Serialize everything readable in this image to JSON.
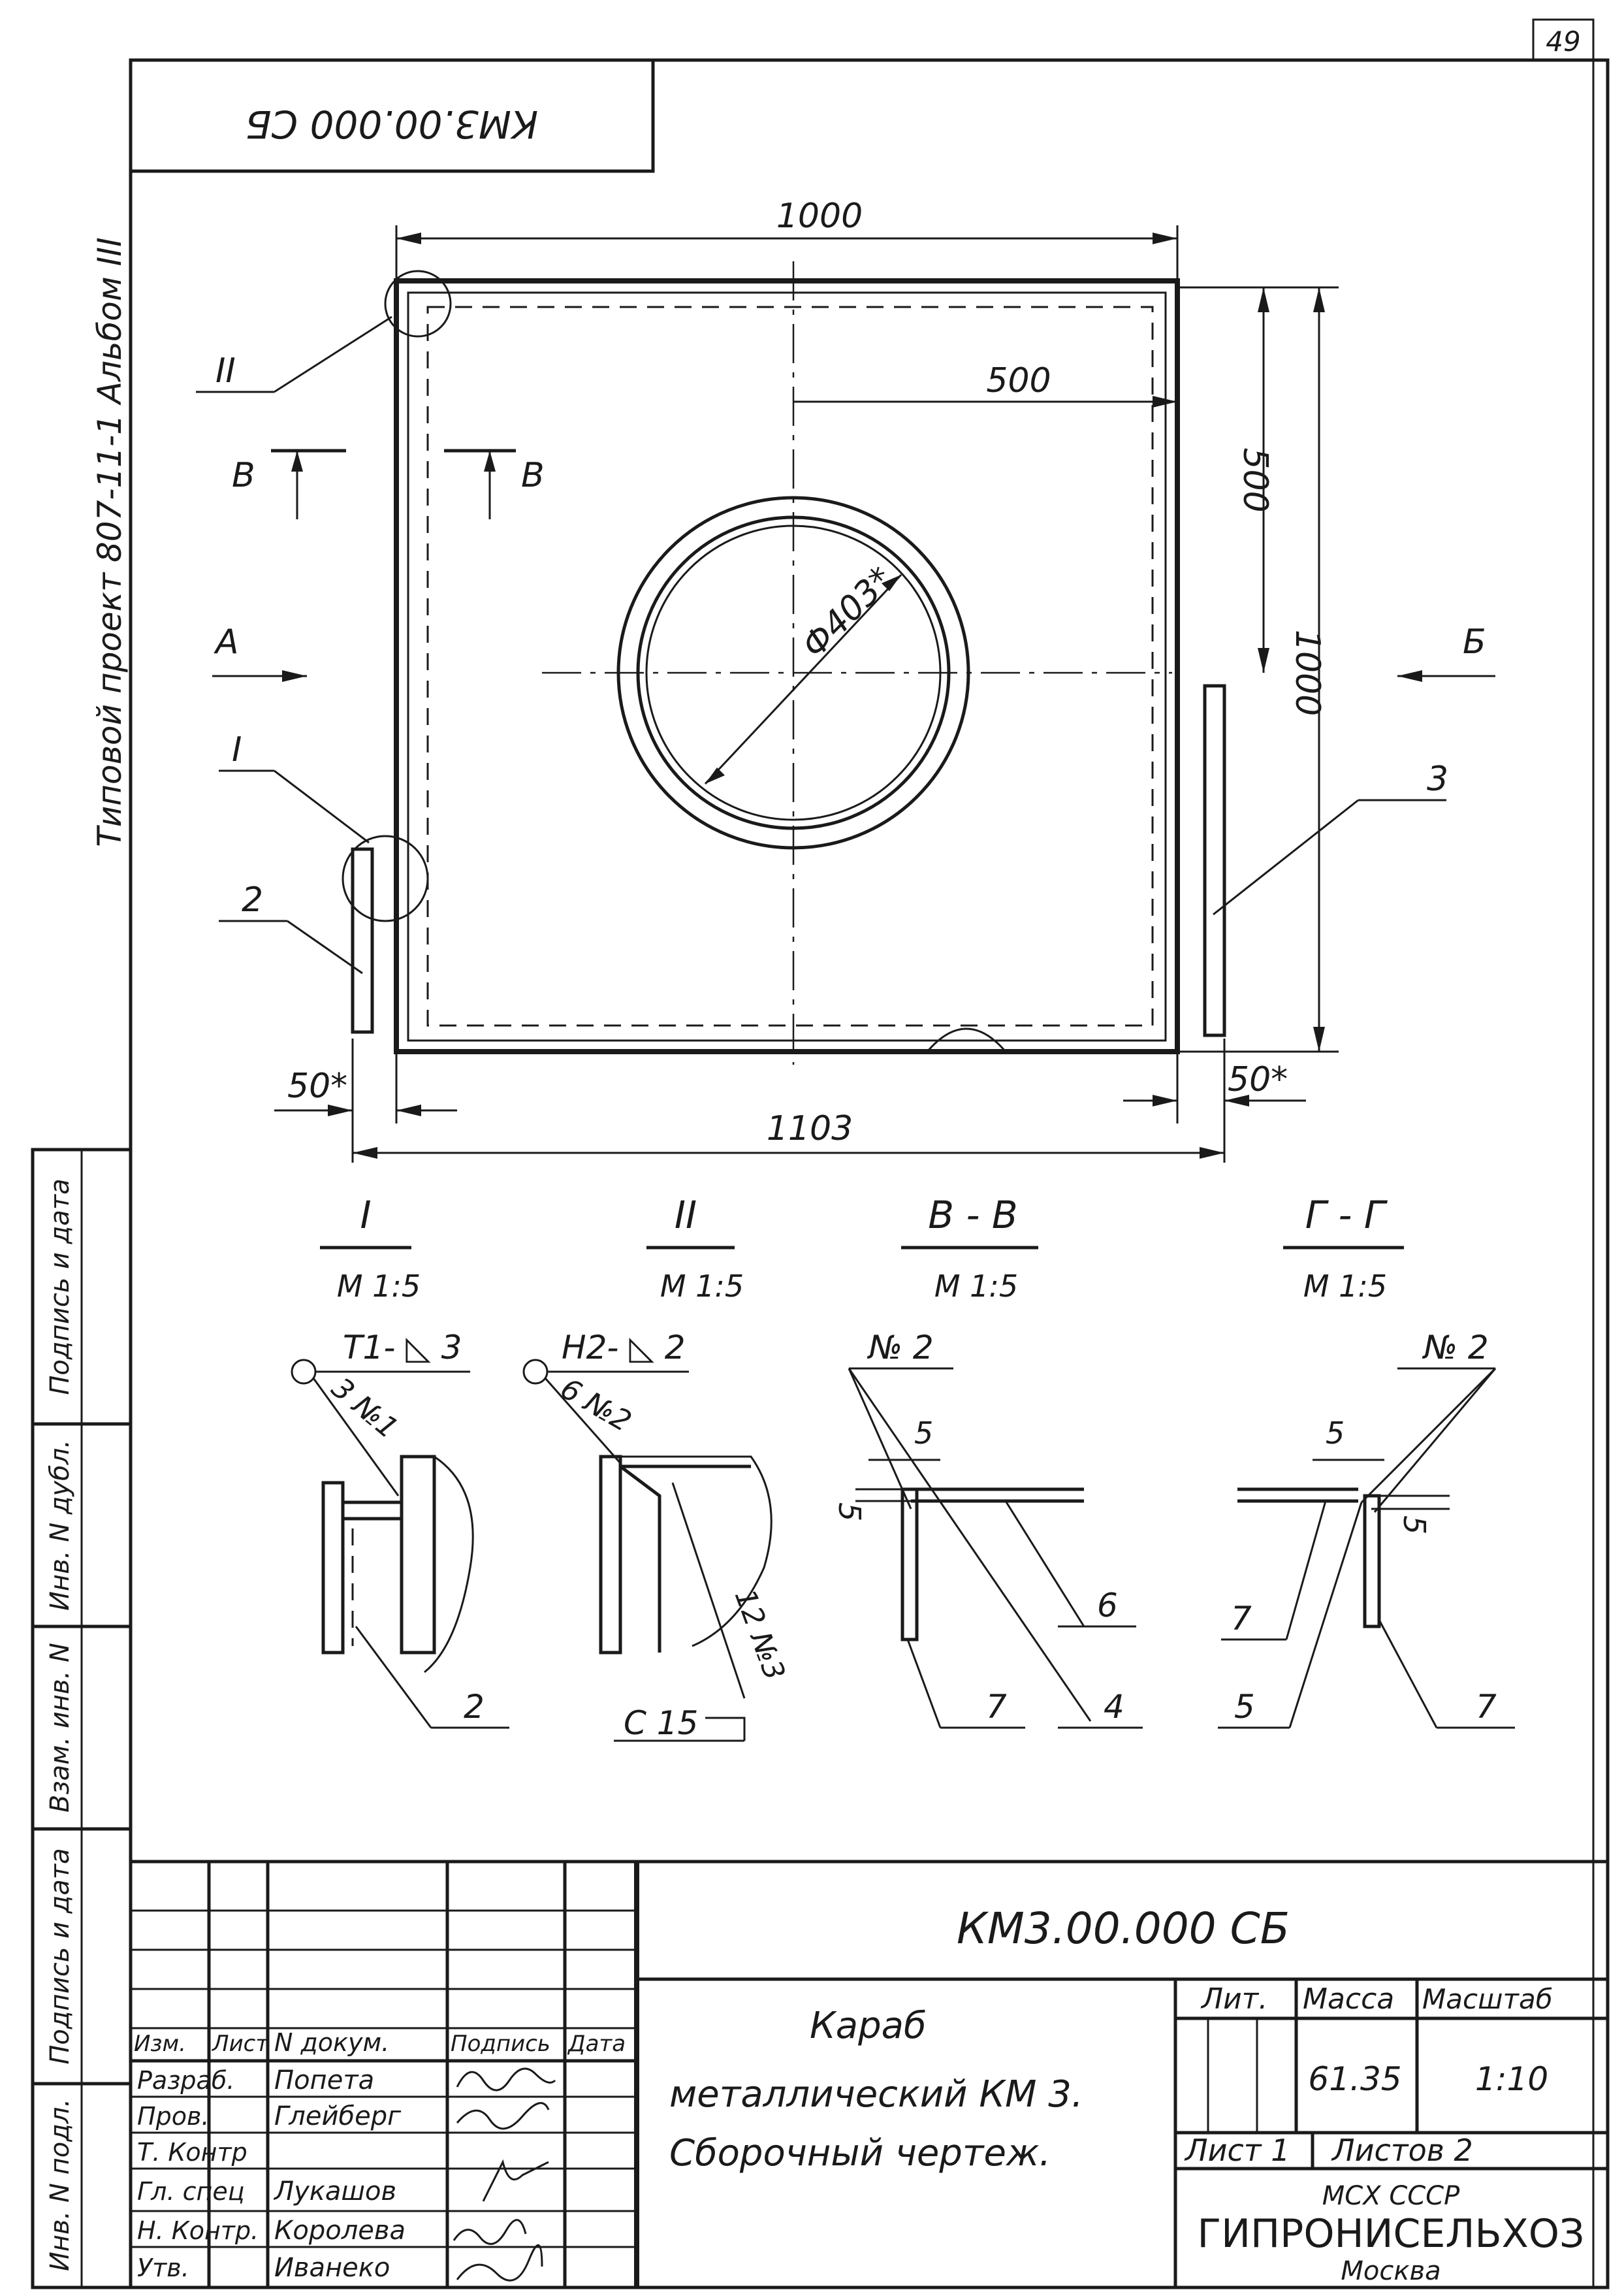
{
  "sheet_number": "49",
  "stamp_mirrored": "КМ3.00.000 СБ",
  "album_label": "Типовой проект 807-11-1 Альбом III",
  "dimensions": {
    "width_top": "1000",
    "half_width": "500",
    "half_height": "500",
    "height": "1000",
    "diameter": "Ф403*",
    "offset_left": "50*",
    "offset_right": "50*",
    "overall_width": "1103"
  },
  "view_labels": {
    "section_b_left": "В",
    "section_b_right": "В",
    "arrow_a": "А",
    "arrow_b": "Б"
  },
  "callouts": {
    "detail_I": "I",
    "detail_II": "II",
    "part_2": "2",
    "part_3": "3"
  },
  "details": [
    {
      "title": "I",
      "scale": "М 1:5",
      "weld": "Т1- ◺ 3",
      "note": "3 №1",
      "part": "2"
    },
    {
      "title": "II",
      "scale": "М 1:5",
      "weld": "Н2- ◺ 2",
      "note": "6 №2",
      "note2": "12 №3",
      "profile": "С 15"
    },
    {
      "title": "В - В",
      "scale": "М 1:5",
      "weld_ref": "№ 2",
      "dim_h": "5",
      "dim_v": "5",
      "parts": [
        "6",
        "7",
        "4"
      ]
    },
    {
      "title": "Г - Г",
      "scale": "М 1:5",
      "weld_ref": "№ 2",
      "dim_h": "5",
      "dim_v": "5",
      "parts": [
        "7",
        "5",
        "7"
      ]
    }
  ],
  "title_block": {
    "designation": "КМ3.00.000 СБ",
    "name_line1": "Караб",
    "name_line2": "металлический КМ 3.",
    "name_line3": "Сборочный чертеж.",
    "header_lit": "Лит.",
    "header_mass": "Масса",
    "header_scale": "Масштаб",
    "mass": "61.35",
    "scale": "1:10",
    "sheet": "Лист 1",
    "sheets": "Листов 2",
    "org_line1": "МСХ СССР",
    "org_line2": "ГИПРОНИСЕЛЬХОЗ",
    "org_line3": "Москва",
    "col_headers": [
      "Изм.",
      "Лист",
      "N докум.",
      "Подпись",
      "Дата"
    ],
    "roles": [
      {
        "role": "Разраб.",
        "name": "Попета"
      },
      {
        "role": "Пров.",
        "name": "Глейберг"
      },
      {
        "role": "Т. Контр",
        "name": ""
      },
      {
        "role": "Гл. спец",
        "name": "Лукашов"
      },
      {
        "role": "Н. Контр.",
        "name": "Королева"
      },
      {
        "role": "Утв.",
        "name": "Иванеко"
      }
    ]
  },
  "side_stamp": [
    "Подпись и дата",
    "Инв. N дубл.",
    "Взам. инв. N",
    "Подпись и дата",
    "Инв. N подл."
  ]
}
